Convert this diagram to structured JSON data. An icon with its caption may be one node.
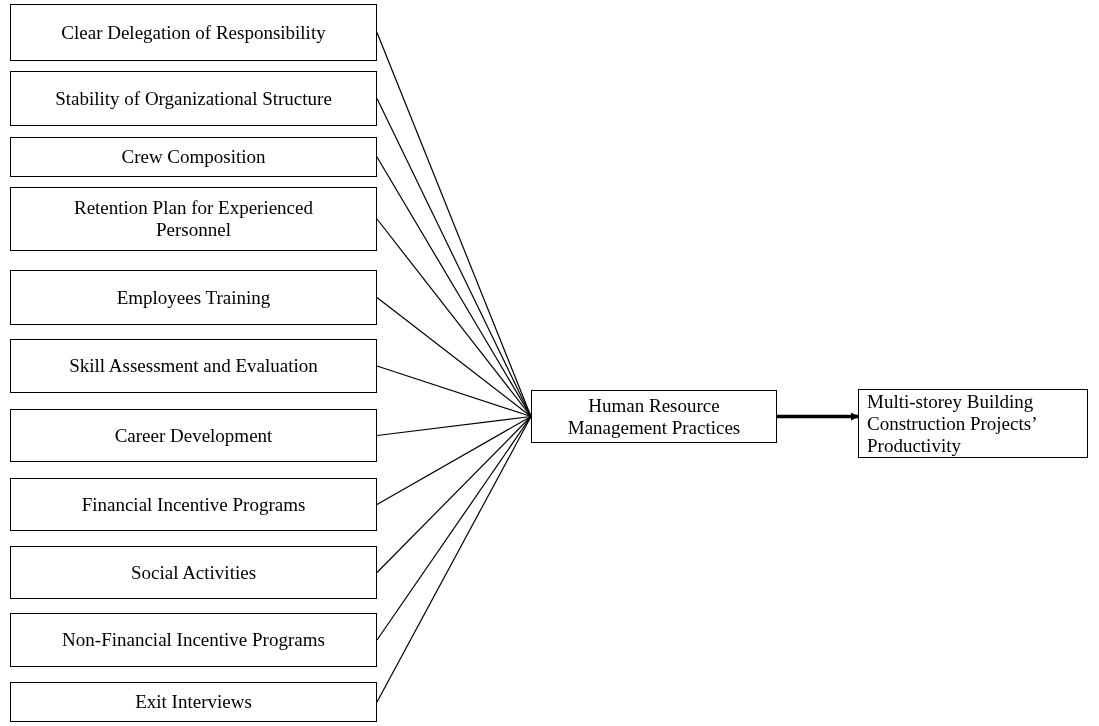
{
  "diagram": {
    "nodes": [
      {
        "text": [
          "Clear Delegation of Responsibility"
        ]
      },
      {
        "text": [
          "Stability of Organizational Structure"
        ]
      },
      {
        "text": [
          "Crew Composition"
        ]
      },
      {
        "text": [
          "Retention Plan for Experienced Personnel"
        ]
      },
      {
        "text": [
          "Employees Training"
        ]
      },
      {
        "text": [
          "Skill Assessment and Evaluation"
        ]
      },
      {
        "text": [
          "Career Development"
        ]
      },
      {
        "text": [
          "Financial Incentive Programs"
        ]
      },
      {
        "text": [
          "Social Activities"
        ]
      },
      {
        "text": [
          "Non-Financial Incentive Programs"
        ]
      },
      {
        "text": [
          "Exit Interviews"
        ]
      },
      {
        "text": [
          "Human Resource Management Practices"
        ]
      },
      {
        "text": [
          "Multi-storey Building Construction Projects’ Productivity"
        ]
      }
    ],
    "edges": [
      {
        "from": 0,
        "to": 11,
        "arrow": "none"
      },
      {
        "from": 1,
        "to": 11,
        "arrow": "none"
      },
      {
        "from": 2,
        "to": 11,
        "arrow": "none"
      },
      {
        "from": 3,
        "to": 11,
        "arrow": "none"
      },
      {
        "from": 4,
        "to": 11,
        "arrow": "none"
      },
      {
        "from": 5,
        "to": 11,
        "arrow": "none"
      },
      {
        "from": 6,
        "to": 11,
        "arrow": "none"
      },
      {
        "from": 7,
        "to": 11,
        "arrow": "none"
      },
      {
        "from": 8,
        "to": 11,
        "arrow": "none"
      },
      {
        "from": 9,
        "to": 11,
        "arrow": "none"
      },
      {
        "from": 10,
        "to": 11,
        "arrow": "none"
      },
      {
        "from": 11,
        "to": 12,
        "arrow": "to",
        "style": "thick"
      }
    ]
  }
}
